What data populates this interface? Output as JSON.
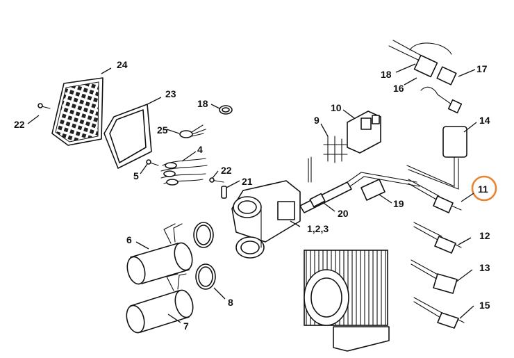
{
  "diagram": {
    "highlight_color": "#e8842f",
    "highlighted_part": "11",
    "callouts": {
      "p1_2_3": "1,2,3",
      "p4": "4",
      "p5": "5",
      "p6": "6",
      "p7": "7",
      "p8": "8",
      "p9": "9",
      "p10": "10",
      "p11": "11",
      "p12": "12",
      "p13": "13",
      "p14": "14",
      "p15": "15",
      "p16": "16",
      "p17": "17",
      "p18a": "18",
      "p18b": "18",
      "p19": "19",
      "p20": "20",
      "p21": "21",
      "p22a": "22",
      "p22b": "22",
      "p23": "23",
      "p24": "24",
      "p25": "25"
    }
  }
}
